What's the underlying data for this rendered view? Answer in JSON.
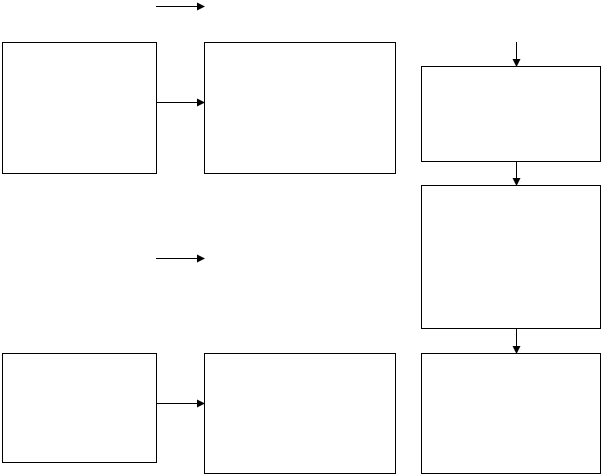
{
  "diagram": {
    "boxes": [
      {
        "id": "box-left-top",
        "label": ""
      },
      {
        "id": "box-mid-top",
        "label": ""
      },
      {
        "id": "box-right-1",
        "label": ""
      },
      {
        "id": "box-right-2",
        "label": ""
      },
      {
        "id": "box-left-bottom",
        "label": ""
      },
      {
        "id": "box-mid-bottom",
        "label": ""
      },
      {
        "id": "box-right-3",
        "label": ""
      }
    ],
    "connectors": [
      {
        "id": "arrow-top-standalone",
        "from": "",
        "to": ""
      },
      {
        "id": "arrow-left-top-to-mid-top",
        "from": "box-left-top",
        "to": "box-mid-top"
      },
      {
        "id": "arrow-into-right-1",
        "from": "",
        "to": "box-right-1"
      },
      {
        "id": "arrow-right-1-to-right-2",
        "from": "box-right-1",
        "to": "box-right-2"
      },
      {
        "id": "arrow-middle-standalone",
        "from": "",
        "to": ""
      },
      {
        "id": "arrow-right-2-to-right-3",
        "from": "box-right-2",
        "to": "box-right-3"
      },
      {
        "id": "arrow-left-bottom-to-mid-bottom",
        "from": "box-left-bottom",
        "to": "box-mid-bottom"
      }
    ],
    "colors": {
      "stroke": "#000000",
      "fill": "#ffffff"
    }
  }
}
